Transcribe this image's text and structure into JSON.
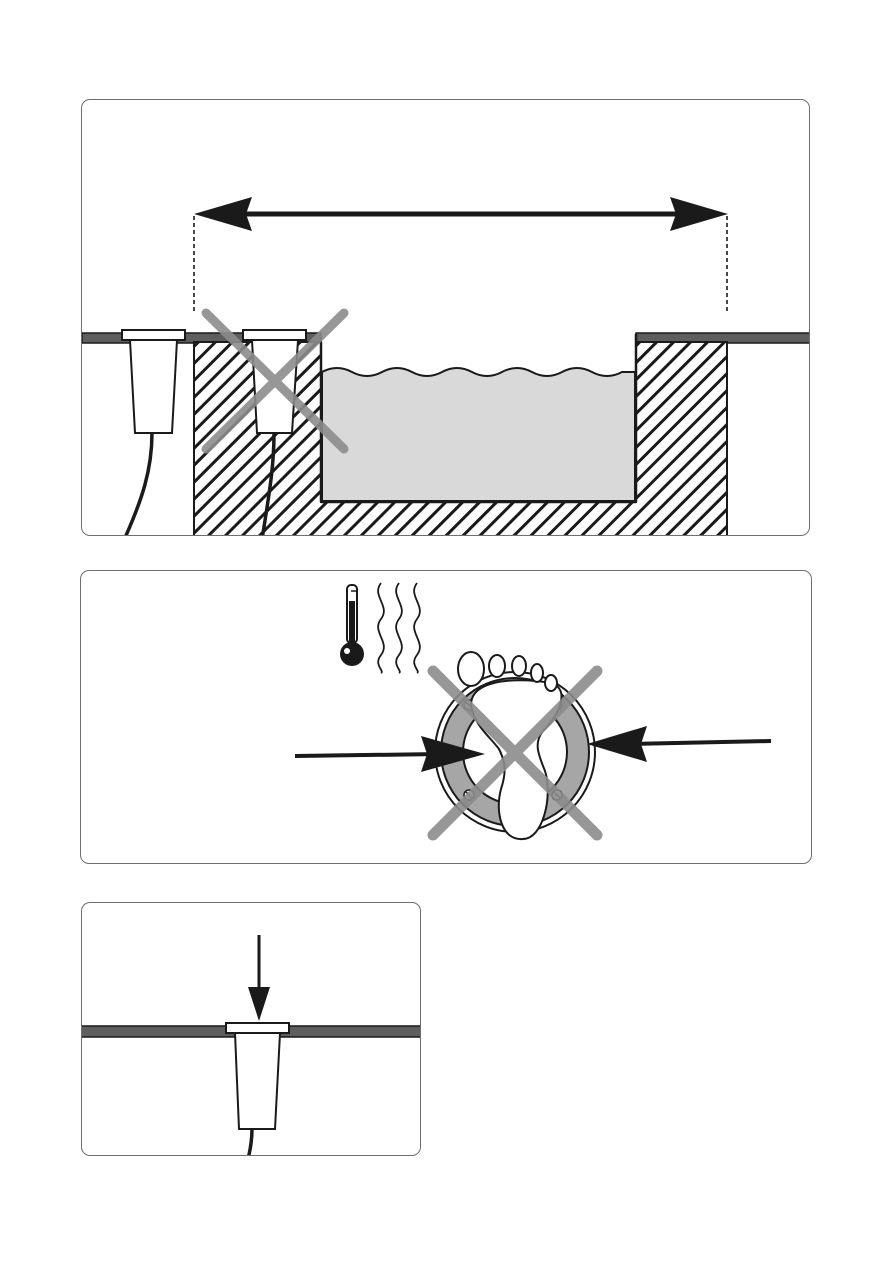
{
  "figure": {
    "panels": [
      {
        "id": "distance-panel",
        "description": ""
      },
      {
        "id": "temperature-panel",
        "description": ""
      },
      {
        "id": "installation-panel",
        "description": ""
      }
    ],
    "colors": {
      "line": "#1a1a1a",
      "deck": "#5e5e5e",
      "water": "#d9d9d9",
      "prohibited_cross": "#8c8c8c",
      "lamp_ring": "#a6a6a6",
      "hatch": "#1a1a1a"
    },
    "icons": [
      "thermometer-icon",
      "heat-waves-icon",
      "footprint-icon",
      "cross-mark-icon",
      "arrow-icon"
    ]
  }
}
